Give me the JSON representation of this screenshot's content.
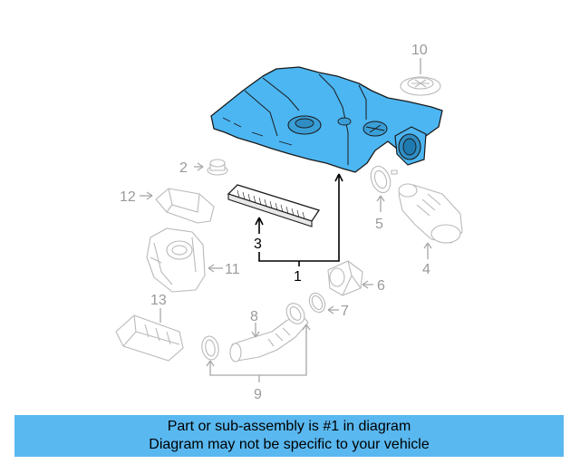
{
  "colors": {
    "highlight": "#4cb6f2",
    "banner": "#5ab8f0",
    "ghost": "#b9b9b9"
  },
  "callouts": {
    "c1": "1",
    "c2": "2",
    "c3": "3",
    "c4": "4",
    "c5": "5",
    "c6": "6",
    "c7": "7",
    "c8": "8",
    "c9": "9",
    "c10": "10",
    "c11": "11",
    "c12": "12",
    "c13": "13"
  },
  "banner": {
    "line1": "Part or sub-assembly is #1 in diagram",
    "line2": "Diagram may not be specific to your vehicle"
  }
}
